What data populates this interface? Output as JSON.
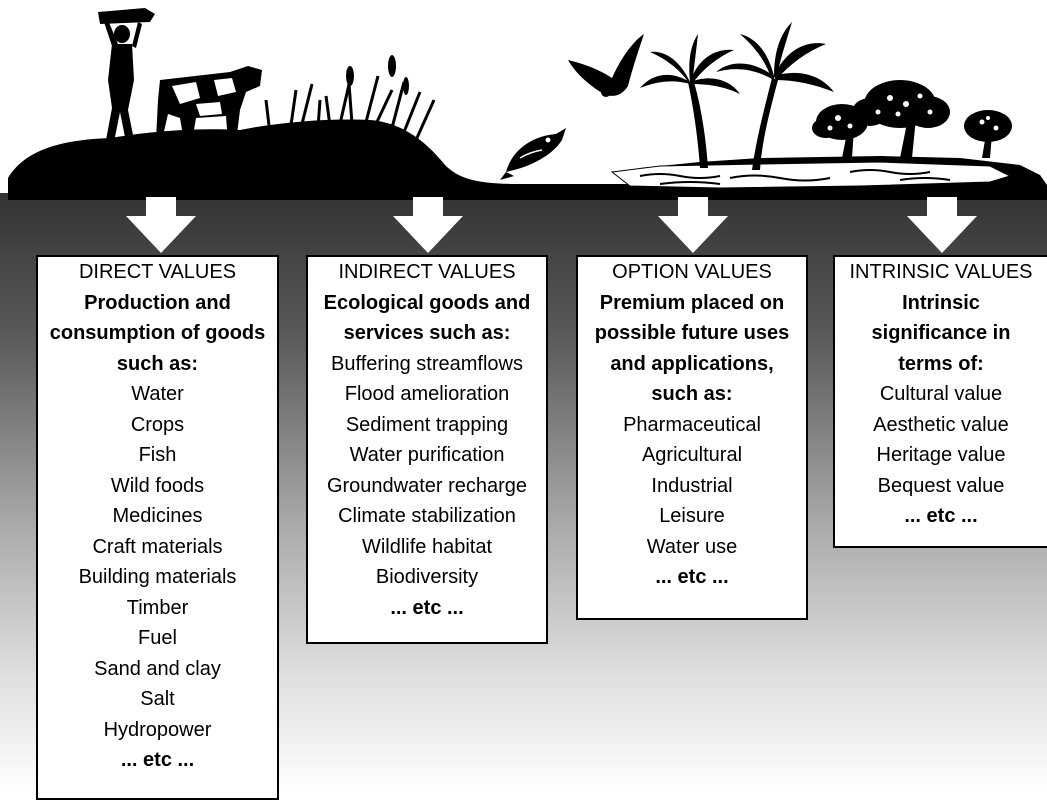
{
  "direct": {
    "title": "DIRECT VALUES",
    "heading_lines": [
      "Production and",
      "consumption of goods",
      "such as:"
    ],
    "items": [
      "Water",
      "Crops",
      "Fish",
      "Wild foods",
      "Medicines",
      "Craft materials",
      "Building materials",
      "Timber",
      "Fuel",
      "Sand and clay",
      "Salt",
      "Hydropower"
    ],
    "etc": "... etc ..."
  },
  "indirect": {
    "title": "INDIRECT VALUES",
    "heading_lines": [
      "Ecological goods and",
      "services such as:"
    ],
    "items": [
      "Buffering streamflows",
      "Flood amelioration",
      "Sediment trapping",
      "Water purification",
      "Groundwater recharge",
      "Climate stabilization",
      "Wildlife habitat",
      "Biodiversity"
    ],
    "etc": "... etc ..."
  },
  "option": {
    "title": "OPTION VALUES",
    "heading_lines": [
      "Premium placed on",
      "possible future uses",
      "and applications,",
      "such as:"
    ],
    "items": [
      "Pharmaceutical",
      "Agricultural",
      "Industrial",
      "Leisure",
      "Water use"
    ],
    "etc": "... etc ..."
  },
  "intrinsic": {
    "title": "INTRINSIC VALUES",
    "heading_lines": [
      "Intrinsic",
      "significance in",
      "terms of:"
    ],
    "items": [
      "Cultural value",
      "Aesthetic value",
      "Heritage value",
      "Bequest value"
    ],
    "etc": "... etc ..."
  },
  "colors": {
    "ink": "#000000",
    "band_top": "#3a3a3a",
    "band_bottom": "#ffffff",
    "box_fill": "#ffffff"
  },
  "icons": [
    "woman-carrying-bundle-icon",
    "cow-icon",
    "reeds-icon",
    "fish-icon",
    "eagle-icon",
    "palm-tree-icon",
    "tree-icon",
    "down-arrow-icon"
  ]
}
